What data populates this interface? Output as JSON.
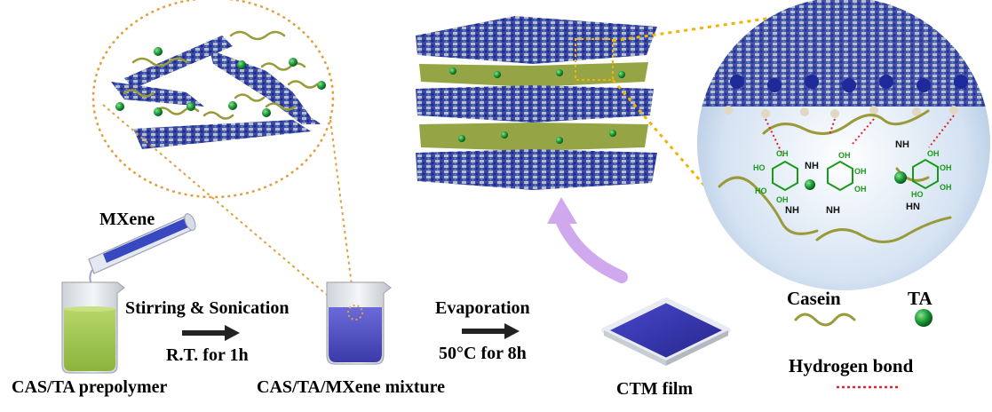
{
  "labels": {
    "mxene": "MXene",
    "step1_top": "Stirring & Sonication",
    "step1_bottom": "R.T. for 1h",
    "step2_top": "Evaporation",
    "step2_bottom": "50°C for 8h",
    "cas_ta": "CAS/TA prepolymer",
    "mixture": "CAS/TA/MXene mixture",
    "film": "CTM film"
  },
  "legend": {
    "casein": "Casein",
    "ta": "TA",
    "hbond": "Hydrogen bond"
  },
  "chem": {
    "oh": "OH",
    "ho": "HO",
    "nh": "NH",
    "hn": "HN"
  },
  "colors": {
    "mxene_blue": "#2a3a9a",
    "mxene_grey": "#b8bcc8",
    "mxene_tip": "#d8ceb0",
    "casein": "#9a9a3a",
    "ta_green": "#1a9a3a",
    "beaker_liquid_green": "#9ec64a",
    "beaker_liquid_blue": "#4a4ac4",
    "hbond": "#e0202a",
    "dotted_orange": "#e0a040",
    "dotted_gold": "#f0b400",
    "arrow_purple": "#cfa8ee"
  }
}
